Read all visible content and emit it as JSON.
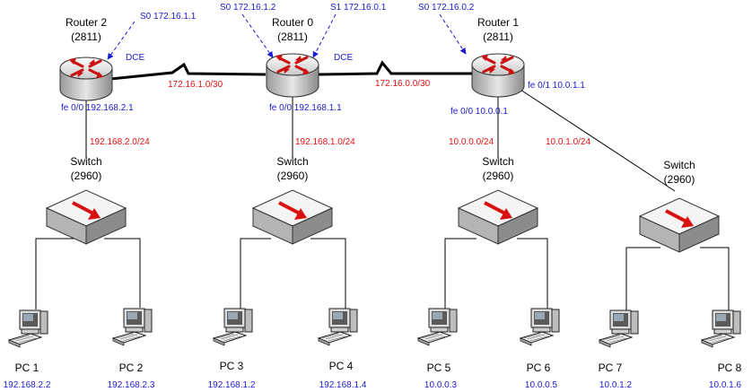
{
  "colors": {
    "link": "#000000",
    "interface_label": "#1a1ad0",
    "network_label": "#e01010",
    "arrow": "#1a1ad0",
    "device_red": "#d81010"
  },
  "routers": [
    {
      "name": "Router 2",
      "model": "(2811)",
      "icon": "router-icon"
    },
    {
      "name": "Router 0",
      "model": "(2811)",
      "icon": "router-icon"
    },
    {
      "name": "Router 1",
      "model": "(2811)",
      "icon": "router-icon"
    }
  ],
  "switches": [
    {
      "name": "Switch",
      "model": "(2960)",
      "icon": "switch-icon"
    },
    {
      "name": "Switch",
      "model": "(2960)",
      "icon": "switch-icon"
    },
    {
      "name": "Switch",
      "model": "(2960)",
      "icon": "switch-icon"
    },
    {
      "name": "Switch",
      "model": "(2960)",
      "icon": "switch-icon"
    }
  ],
  "pcs": [
    {
      "name": "PC 1",
      "ip": "192.168.2.2",
      "icon": "pc-icon"
    },
    {
      "name": "PC 2",
      "ip": "192.168.2.3",
      "icon": "pc-icon"
    },
    {
      "name": "PC 3",
      "ip": "192.168.1.2",
      "icon": "pc-icon"
    },
    {
      "name": "PC 4",
      "ip": "192.168.1.4",
      "icon": "pc-icon"
    },
    {
      "name": "PC 5",
      "ip": "10.0.0.3",
      "icon": "pc-icon"
    },
    {
      "name": "PC 6",
      "ip": "10.0.0.5",
      "icon": "pc-icon"
    },
    {
      "name": "PC 7",
      "ip": "10.0.1.2",
      "icon": "pc-icon"
    },
    {
      "name": "PC 8",
      "ip": "10.0.1.6",
      "icon": "pc-icon"
    }
  ],
  "interfaces": {
    "r2_s0": "S0 172.16.1.1",
    "r0_s0": "S0 172.16.1.2",
    "r0_s1": "S1  172.16.0.1",
    "r1_s0": "S0 172.16.0.2",
    "dce": "DCE",
    "r2_fe0": "fe 0/0 192.168.2.1",
    "r0_fe0": "fe 0/0 192.168.1.1",
    "r1_fe0": "fe 0/0 10.0.0.1",
    "r1_fe1": "fe 0/1 10.0.1.1"
  },
  "networks": {
    "wan_left": "172.16.1.0/30",
    "wan_right": "172.16.0.0/30",
    "lan_r2": "192.168.2.0/24",
    "lan_r0": "192.168.1.0/24",
    "lan_r1a": "10.0.0.0/24",
    "lan_r1b": "10.0.1.0/24"
  }
}
